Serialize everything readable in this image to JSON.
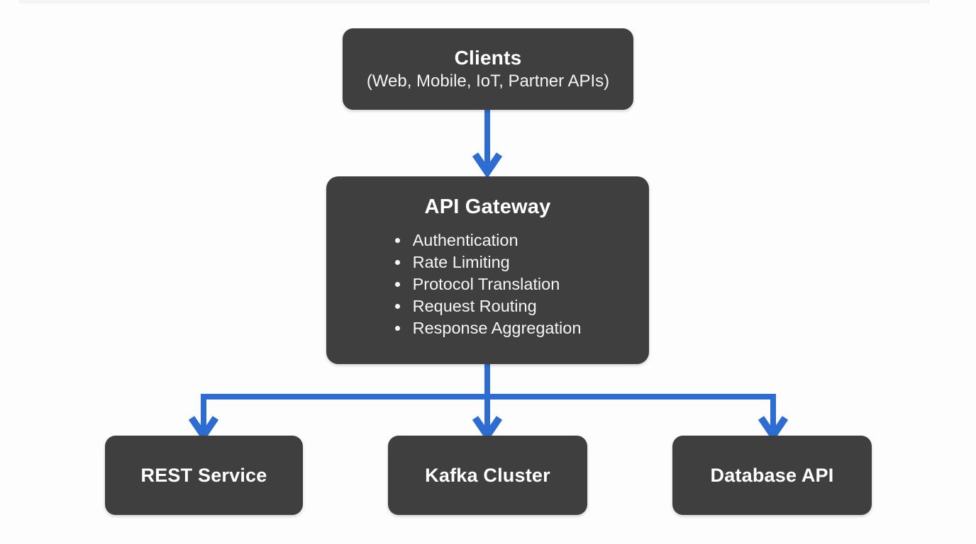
{
  "diagram": {
    "type": "flowchart",
    "nodes": {
      "clients": {
        "title": "Clients",
        "subtitle": "(Web, Mobile, IoT, Partner APIs)"
      },
      "api_gateway": {
        "title": "API Gateway",
        "features": [
          "Authentication",
          "Rate Limiting",
          "Protocol Translation",
          "Request Routing",
          "Response Aggregation"
        ]
      },
      "rest_service": {
        "title": "REST Service"
      },
      "kafka_cluster": {
        "title": "Kafka Cluster"
      },
      "database_api": {
        "title": "Database API"
      }
    },
    "connections": [
      {
        "from": "Clients",
        "to": "API Gateway"
      },
      {
        "from": "API Gateway",
        "to": "REST Service"
      },
      {
        "from": "API Gateway",
        "to": "Kafka Cluster"
      },
      {
        "from": "API Gateway",
        "to": "Database API"
      }
    ],
    "colors": {
      "background": "#fdfdfd",
      "node_background": "#3f3f3f",
      "node_text": "#ffffff",
      "arrow": "#2d6cd2"
    }
  }
}
